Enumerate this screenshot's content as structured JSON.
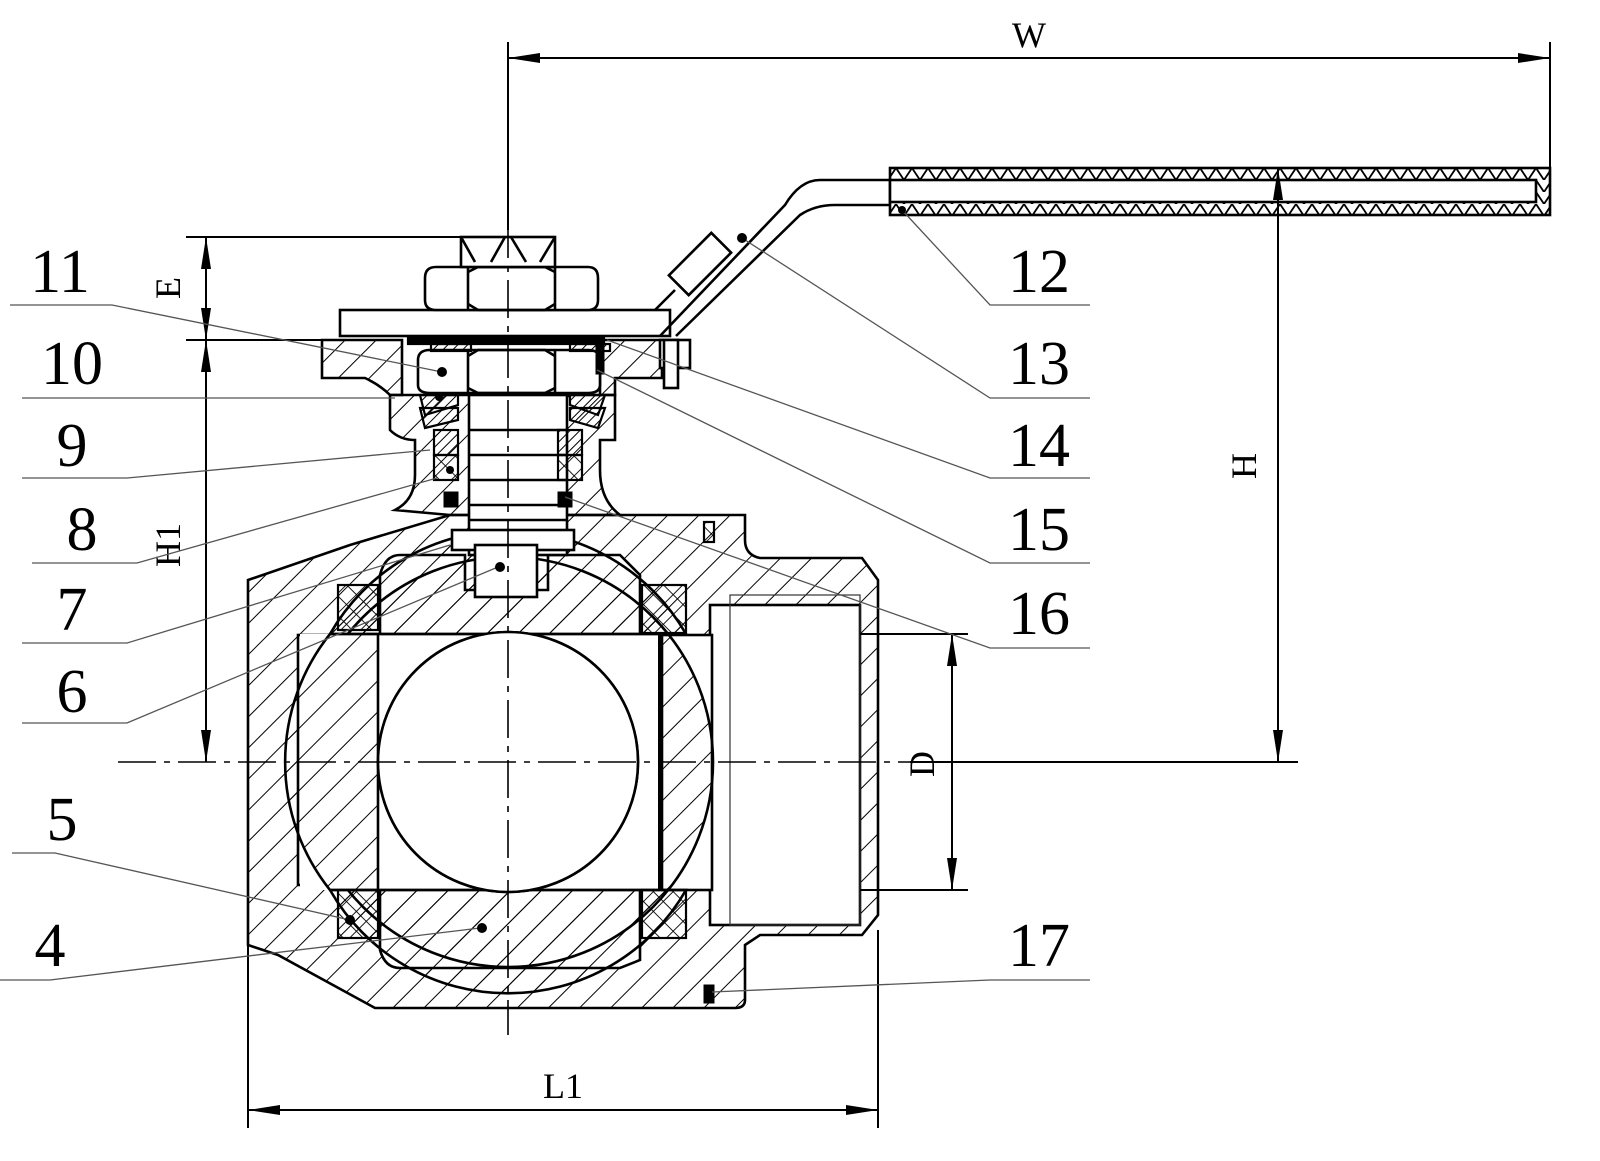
{
  "drawing": {
    "title": "Ball valve sectional view",
    "dimensions": {
      "width_label": "W",
      "height_label": "H",
      "stem_height_label": "H1",
      "top_label": "E",
      "length_label": "L1",
      "bore_label": "D"
    },
    "part_numbers_left": [
      "11",
      "10",
      "9",
      "8",
      "7",
      "6",
      "5",
      "4"
    ],
    "part_numbers_right": [
      "12",
      "13",
      "14",
      "15",
      "16",
      "17"
    ]
  }
}
